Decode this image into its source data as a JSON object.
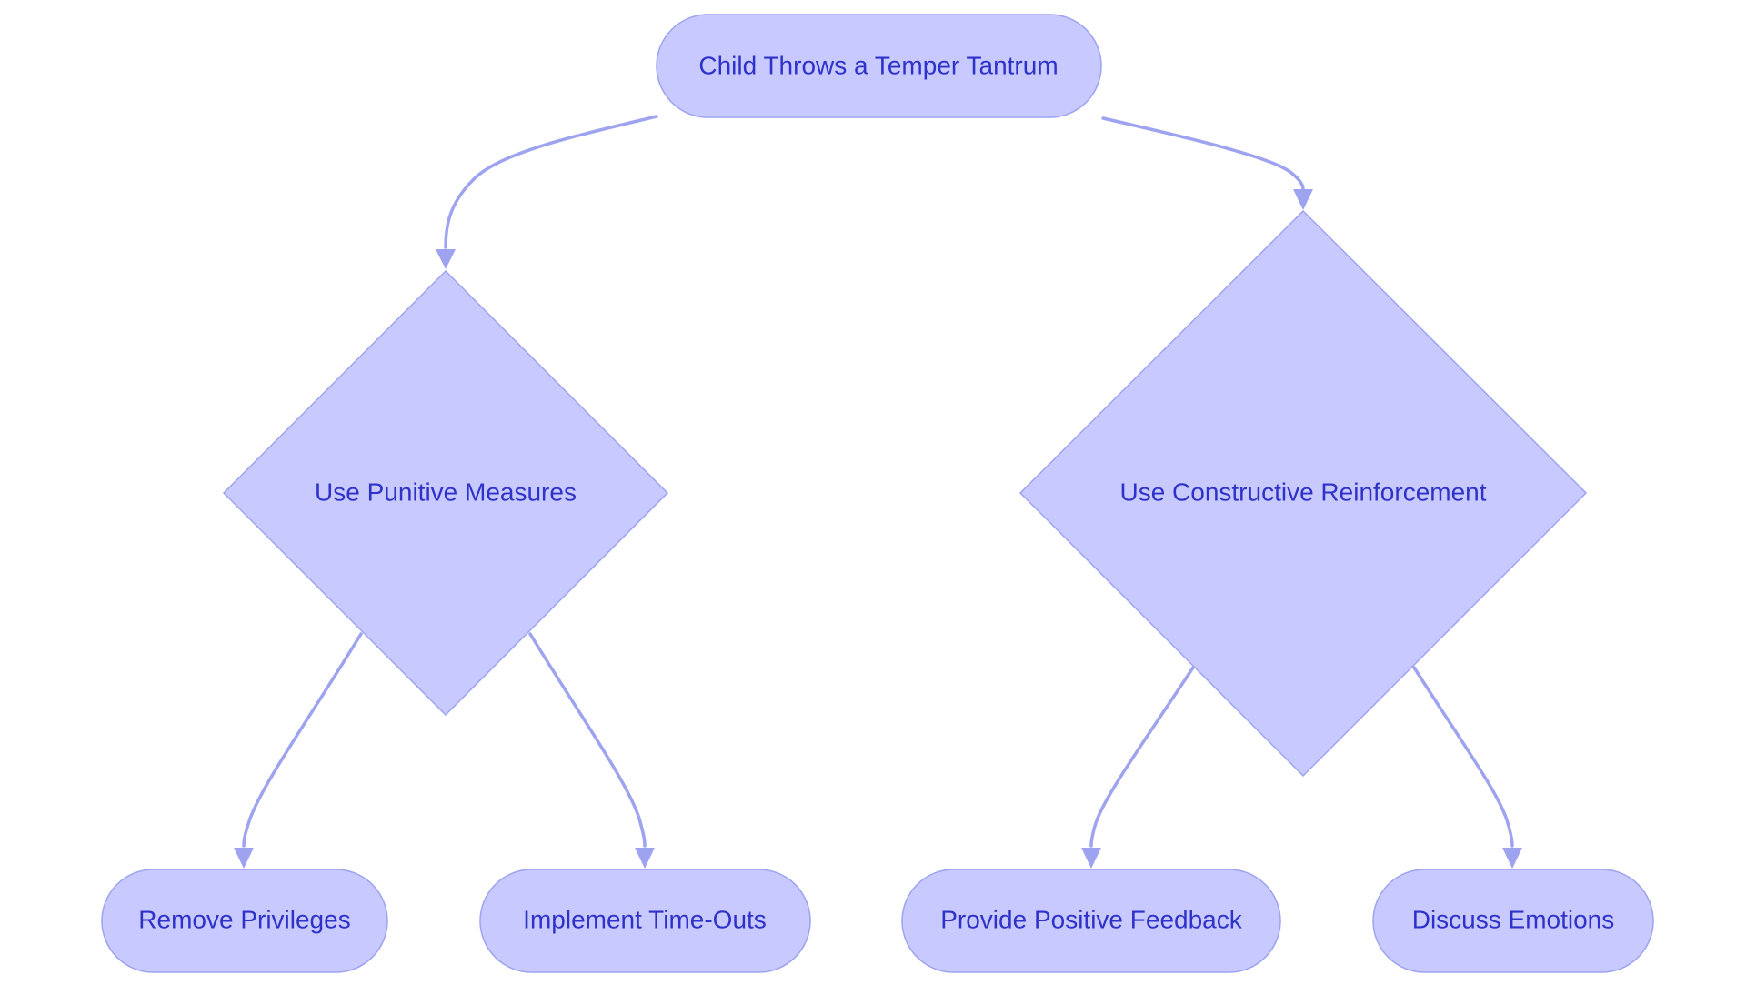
{
  "diagram": {
    "type": "flowchart",
    "colors": {
      "node_fill": "#c8caff",
      "node_border": "#9ea3f0",
      "text": "#2f32c8",
      "edge": "#9ea3f0"
    },
    "nodes": {
      "start": {
        "label": "Child Throws a Temper Tantrum",
        "shape": "rounded"
      },
      "punitive": {
        "label": "Use Punitive Measures",
        "shape": "diamond"
      },
      "constructive": {
        "label": "Use Constructive Reinforcement",
        "shape": "diamond"
      },
      "remove_privileges": {
        "label": "Remove Privileges",
        "shape": "rounded"
      },
      "time_outs": {
        "label": "Implement Time-Outs",
        "shape": "rounded"
      },
      "positive_feedback": {
        "label": "Provide Positive Feedback",
        "shape": "rounded"
      },
      "discuss_emotions": {
        "label": "Discuss Emotions",
        "shape": "rounded"
      }
    },
    "edges": [
      {
        "from": "start",
        "to": "punitive"
      },
      {
        "from": "start",
        "to": "constructive"
      },
      {
        "from": "punitive",
        "to": "remove_privileges"
      },
      {
        "from": "punitive",
        "to": "time_outs"
      },
      {
        "from": "constructive",
        "to": "positive_feedback"
      },
      {
        "from": "constructive",
        "to": "discuss_emotions"
      }
    ]
  }
}
